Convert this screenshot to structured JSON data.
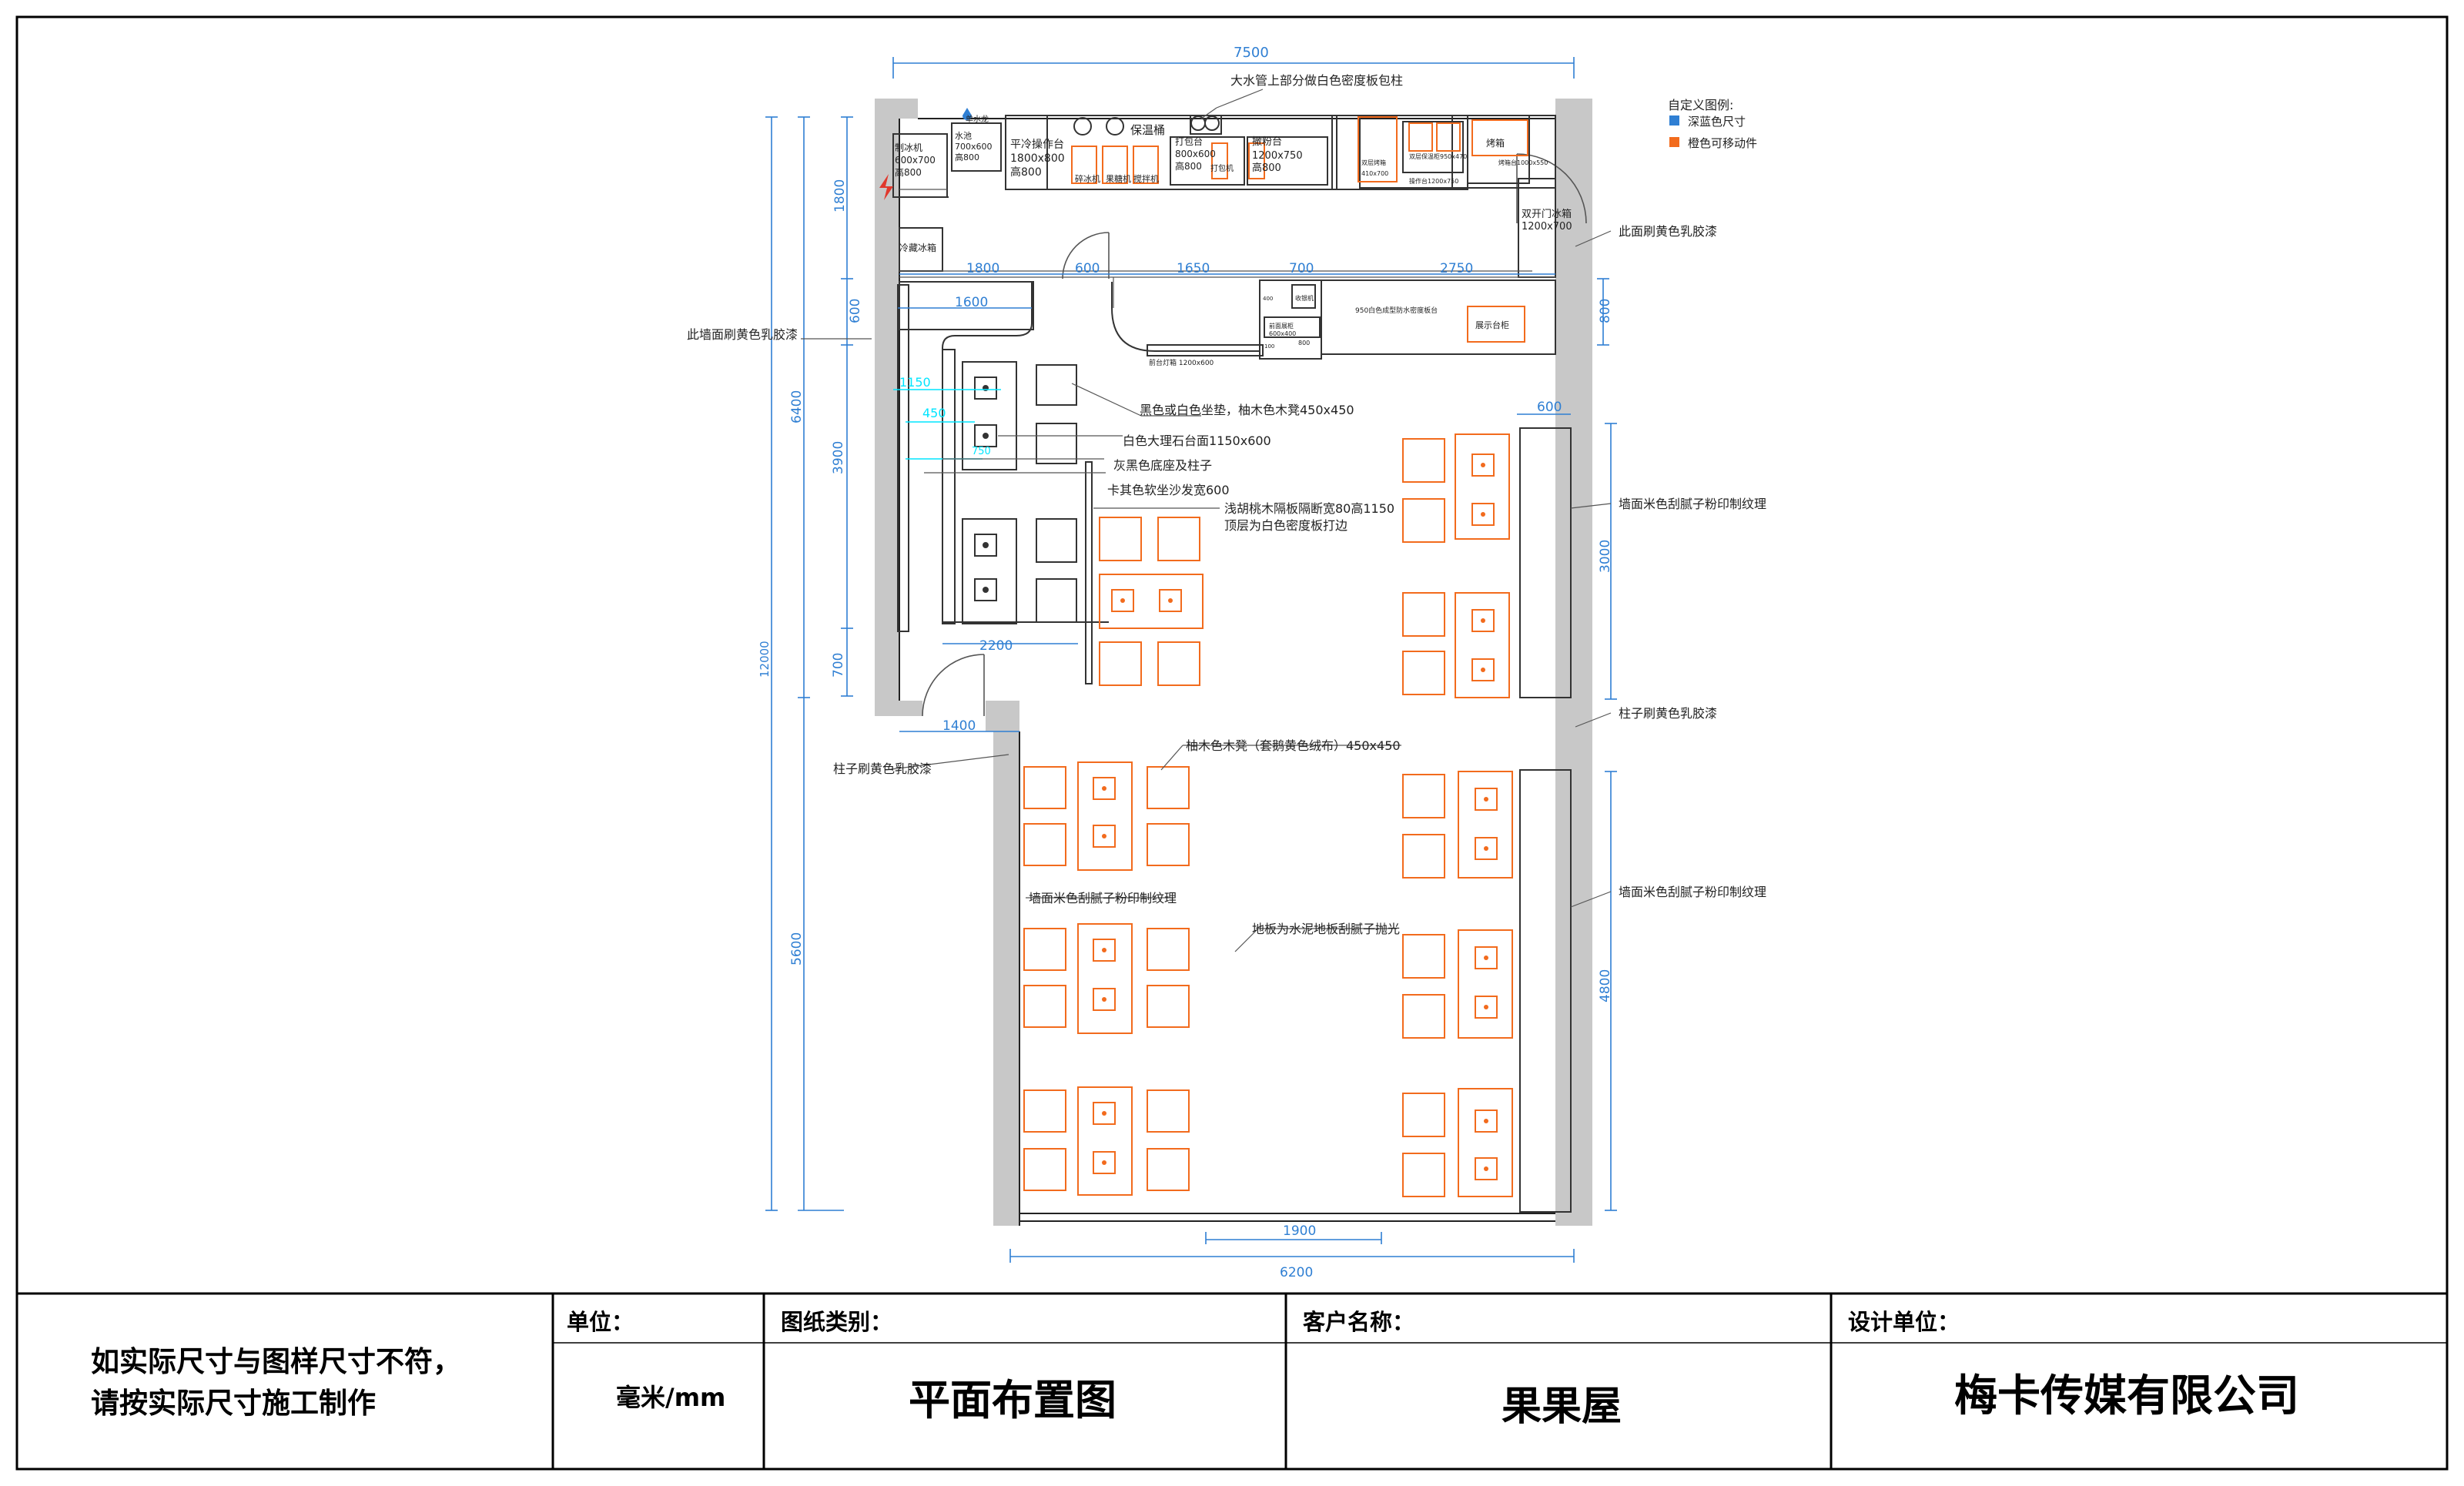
{
  "legend": {
    "title": "自定义图例:",
    "items": [
      {
        "label": "深蓝色尺寸",
        "color": "#2f7fd3"
      },
      {
        "label": "橙色可移动件",
        "color": "#f26b1d"
      }
    ]
  },
  "dimensions": {
    "top_total": "7500",
    "bottom_total": "6200",
    "bottom_door": "1900",
    "left_total": "12000",
    "left_upper": "6400",
    "left_lower": "5600",
    "left_1800": "1800",
    "left_600": "600",
    "left_3900": "3900",
    "left_700": "700",
    "row_1800": "1800",
    "row_600": "600",
    "row_1650": "1650",
    "row_700": "700",
    "row_2750": "2750",
    "counter_1600": "1600",
    "bottom_2200": "2200",
    "door_1400": "1400",
    "right_800": "800",
    "right_600": "600",
    "right_3000": "3000",
    "right_4800": "4800",
    "cyan_1150": "1150",
    "cyan_450": "450",
    "cyan_750": "750"
  },
  "annotations": {
    "top_pipe": "大水管上部分做白色密度板包柱",
    "wall_left_yellow": "此墙面刷黄色乳胶漆",
    "wall_right_yellow": "此面刷黄色乳胶漆",
    "stool_black_white": "黑色或白色坐垫，柚木色木凳450x450",
    "marble_top": "白色大理石台面1150x600",
    "gray_base": "灰黑色底座及柱子",
    "khaki_sofa": "卡其色软坐沙发宽600",
    "partition_1": "浅胡桃木隔板隔断宽80高1150",
    "partition_2": "顶层为白色密度板打边",
    "column_right": "柱子刷黄色乳胶漆",
    "column_left": "柱子刷黄色乳胶漆",
    "teak_stool": "柚木色木凳（套鹅黄色绒布）450x450",
    "wall_beige_left": "墙面米色刮腻子粉印制纹理",
    "wall_beige_right_1": "墙面米色刮腻子粉印制纹理",
    "wall_beige_right_2": "墙面米色刮腻子粉印制纹理",
    "floor": "地板为水泥地板刮腻子抛光"
  },
  "kitchen": {
    "ice_machine": [
      "制冰机",
      "600x700",
      "高800"
    ],
    "sink_top": "单水龙",
    "sink": [
      "水池",
      "700x600",
      "高800"
    ],
    "cold_table": [
      "平冷操作台",
      "1800x800",
      "高800"
    ],
    "warm_bucket": "保温桶",
    "crusher": "碎冰机",
    "juicer": "果糖机",
    "mixer": "搅拌机",
    "pack_table": [
      "打包台",
      "800x600",
      "高800"
    ],
    "sealer": "打包机",
    "powder_table": [
      "撒粉台",
      "1200x750",
      "高800"
    ],
    "dbl_oven": [
      "双层烤箱",
      "410x700"
    ],
    "proof_box": "双层保温柜950x470",
    "oven": "烤箱",
    "oven_table": "烤箱台1000x550",
    "fry_table": "操作台1200x750",
    "fridge": [
      "双开门冰箱",
      "1200x700"
    ],
    "cold_cabinet": "冷藏冰箱",
    "front_cup": "收银机",
    "front_shelf": [
      "前面展柜",
      "600x400"
    ],
    "front_400": "400",
    "front_100": "100",
    "front_800": "800",
    "display_long": "950白色成型防水密度板台",
    "display_cabinet": "展示台柜",
    "light_box": "前台灯箱 1200x600"
  },
  "title_block": {
    "note_line1": "如实际尺寸与图样尺寸不符，",
    "note_line2": "请按实际尺寸施工制作",
    "unit_label": "单位：",
    "unit_value": "毫米/mm",
    "type_label": "图纸类别：",
    "type_value": "平面布置图",
    "client_label": "客户名称：",
    "client_value": "果果屋",
    "designer_label": "设计单位：",
    "designer_value": "梅卡传媒有限公司"
  },
  "colors": {
    "wall": "#c8c8c8",
    "dimension": "#2f7fd3",
    "cyan": "#00e5ff",
    "movable": "#f26b1d"
  }
}
